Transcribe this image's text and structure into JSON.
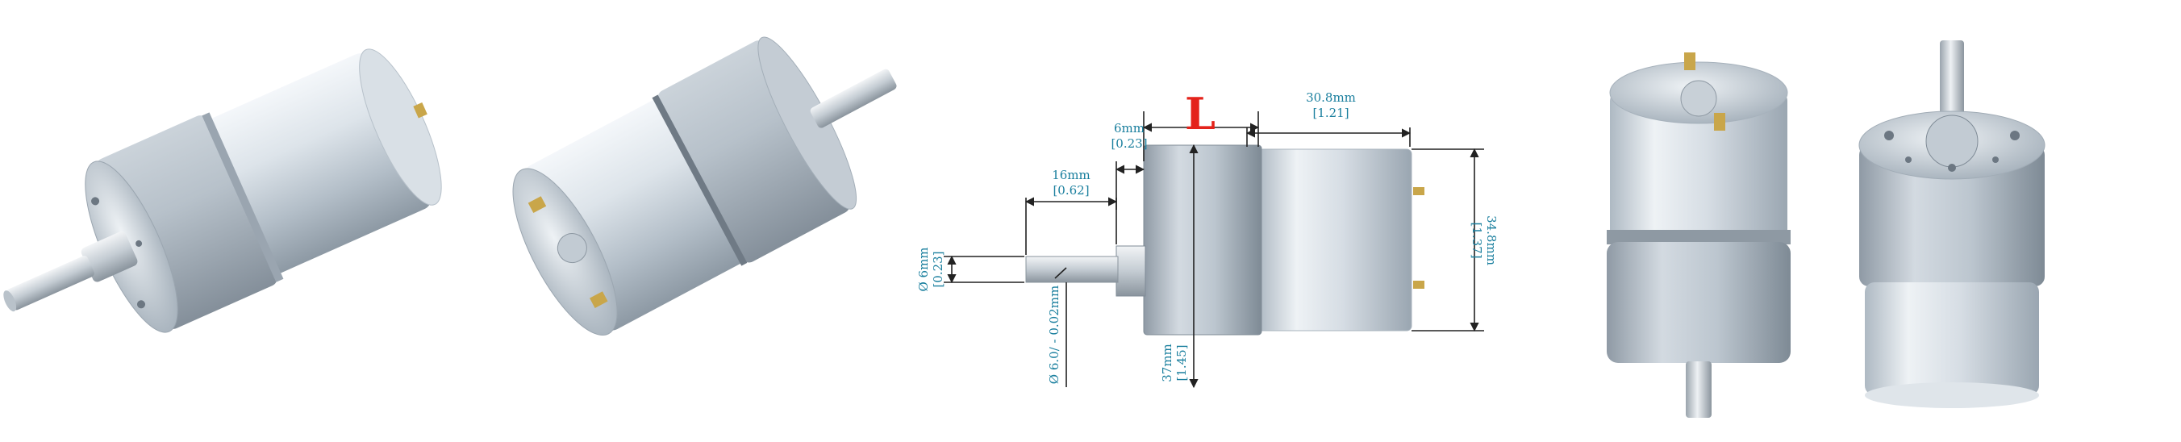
{
  "colors": {
    "dimension_text": "#1a7f9e",
    "accent_label": "#e4231b",
    "dimension_line": "#222222",
    "metal_light": "#e9eef3",
    "metal_mid": "#b9c3cd",
    "metal_dark": "#7f8b96",
    "terminal_brass": "#c9a64a"
  },
  "dimension_drawing": {
    "length_label": "L",
    "motor_length_mm": "30.8mm",
    "motor_length_in": "[1.21]",
    "boss_length_mm": "6mm",
    "boss_length_in": "[0.23]",
    "shaft_length_mm": "16mm",
    "shaft_length_in": "[0.62]",
    "shaft_diameter_mm": "Ø 6mm",
    "shaft_diameter_in": "[0.23]",
    "shaft_tolerance": "Ø 6.0/ - 0.02mm",
    "gearbox_diameter_mm": "37mm",
    "gearbox_diameter_in": "[1.45]",
    "motor_diameter_mm": "34.8mm",
    "motor_diameter_in": "[1.37]"
  },
  "icons": [
    "gear-motor-photo",
    "dimension-drawing"
  ]
}
